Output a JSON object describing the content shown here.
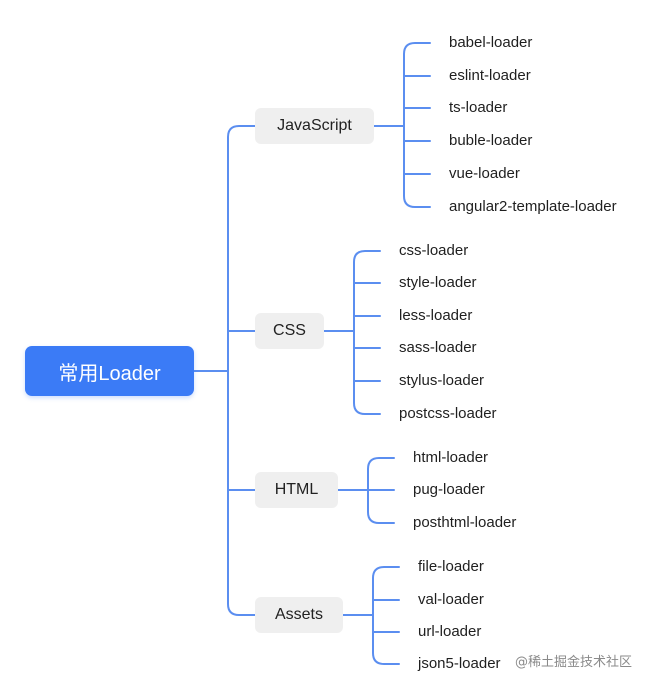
{
  "root": {
    "label": "常用Loader"
  },
  "categories": [
    {
      "label": "JavaScript",
      "children": [
        "babel-loader",
        "eslint-loader",
        "ts-loader",
        "buble-loader",
        "vue-loader",
        "angular2-template-loader"
      ]
    },
    {
      "label": "CSS",
      "children": [
        "css-loader",
        "style-loader",
        "less-loader",
        "sass-loader",
        "stylus-loader",
        "postcss-loader"
      ]
    },
    {
      "label": "HTML",
      "children": [
        "html-loader",
        "pug-loader",
        "posthtml-loader"
      ]
    },
    {
      "label": "Assets",
      "children": [
        "file-loader",
        "val-loader",
        "url-loader",
        "json5-loader"
      ]
    }
  ],
  "watermark": "@稀土掘金技术社区",
  "colors": {
    "accent": "#3b7bf6",
    "connector": "#5b8ef0",
    "category_bg": "#efefef"
  }
}
